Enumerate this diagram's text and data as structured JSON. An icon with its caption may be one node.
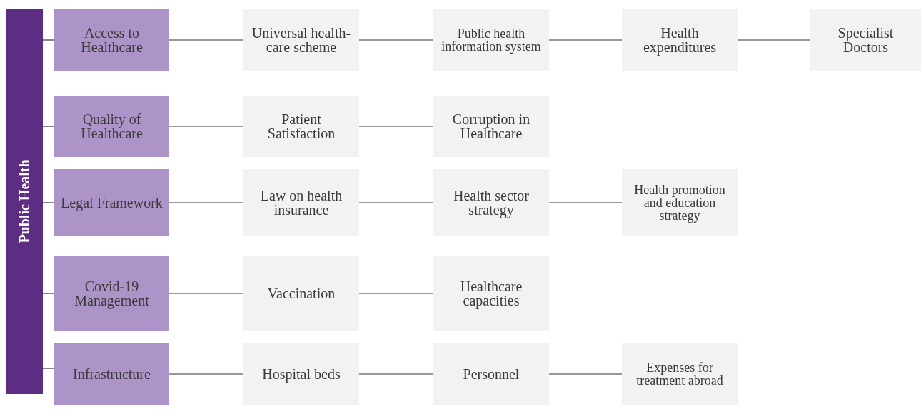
{
  "diagram": {
    "nodes": [
      {
        "text": [
          "Public Health"
        ]
      },
      {
        "text": [
          "Access to Healthcare"
        ]
      },
      {
        "text": [
          "Universal health-care scheme"
        ]
      },
      {
        "text": [
          "Public health information system"
        ]
      },
      {
        "text": [
          "Health expenditures"
        ]
      },
      {
        "text": [
          "Specialist Doctors"
        ]
      },
      {
        "text": [
          "Quality of Healthcare"
        ]
      },
      {
        "text": [
          "Patient Satisfaction"
        ]
      },
      {
        "text": [
          "Corruption in Healthcare"
        ]
      },
      {
        "text": [
          "Legal Framework"
        ]
      },
      {
        "text": [
          "Law on health insurance"
        ]
      },
      {
        "text": [
          "Health sector strategy"
        ]
      },
      {
        "text": [
          "Health promotion and education strategy"
        ]
      },
      {
        "text": [
          "Covid-19 Management"
        ]
      },
      {
        "text": [
          "Vaccination"
        ]
      },
      {
        "text": [
          "Healthcare capacities"
        ]
      },
      {
        "text": [
          "Infrastructure"
        ]
      },
      {
        "text": [
          "Hospital beds"
        ]
      },
      {
        "text": [
          "Personnel"
        ]
      },
      {
        "text": [
          "Expenses for treatment abroad"
        ]
      }
    ],
    "edges": [
      {
        "from": 0,
        "to": 1,
        "arrow": "none"
      },
      {
        "from": 0,
        "to": 6,
        "arrow": "none"
      },
      {
        "from": 0,
        "to": 9,
        "arrow": "none"
      },
      {
        "from": 0,
        "to": 13,
        "arrow": "none"
      },
      {
        "from": 0,
        "to": 16,
        "arrow": "none"
      },
      {
        "from": 1,
        "to": 2,
        "arrow": "none"
      },
      {
        "from": 2,
        "to": 3,
        "arrow": "none"
      },
      {
        "from": 3,
        "to": 4,
        "arrow": "none"
      },
      {
        "from": 4,
        "to": 5,
        "arrow": "none"
      },
      {
        "from": 6,
        "to": 7,
        "arrow": "none"
      },
      {
        "from": 7,
        "to": 8,
        "arrow": "none"
      },
      {
        "from": 9,
        "to": 10,
        "arrow": "none"
      },
      {
        "from": 10,
        "to": 11,
        "arrow": "none"
      },
      {
        "from": 11,
        "to": 12,
        "arrow": "none"
      },
      {
        "from": 13,
        "to": 14,
        "arrow": "none"
      },
      {
        "from": 14,
        "to": 15,
        "arrow": "none"
      },
      {
        "from": 16,
        "to": 17,
        "arrow": "none"
      },
      {
        "from": 17,
        "to": 18,
        "arrow": "none"
      },
      {
        "from": 18,
        "to": 19,
        "arrow": "none"
      }
    ]
  }
}
